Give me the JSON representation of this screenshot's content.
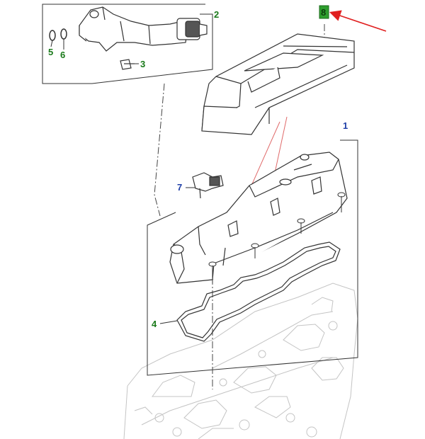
{
  "diagram": {
    "colors": {
      "line": "#333333",
      "engine": "#c4c4c4",
      "callout_green": "#1a7a1a",
      "callout_blue": "#1f3fa8",
      "highlight_bg": "#2e9e2e",
      "arrow": "#e02020",
      "leader_red": "#e06a6a"
    },
    "callouts": {
      "c1": "1",
      "c2": "2",
      "c3": "3",
      "c4": "4",
      "c5": "5",
      "c6": "6",
      "c7": "7",
      "c8": "8"
    }
  }
}
